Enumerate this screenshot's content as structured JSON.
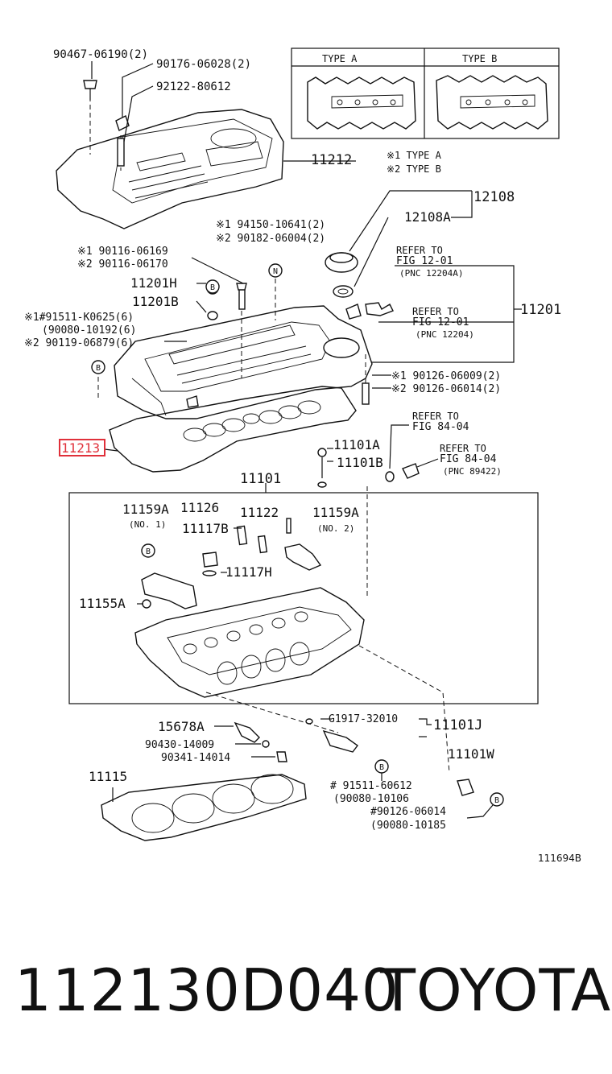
{
  "diagram": {
    "labels": {
      "p90467": "90467-06190(2)",
      "p90176": "90176-06028(2)",
      "p92122": "92122-80612",
      "p11212": "11212",
      "typeA": "TYPE  A",
      "typeB": "TYPE  B",
      "noteA": "※1 TYPE  A",
      "noteB": "※2 TYPE  B",
      "p12108": "12108",
      "p12108A": "12108A",
      "p94150": "※1 94150-10641(2)",
      "p90182": "※2 90182-06004(2)",
      "p90116a": "※1 90116-06169",
      "p90116b": "※2 90116-06170",
      "p11201H": "11201H",
      "p11201B": "11201B",
      "p91511": "※1#91511-K0625(6)",
      "p90080a": "(90080-10192(6)",
      "p90119": "※2 90119-06879(6)",
      "ref1a": "REFER TO",
      "ref1b": "FIG 12-01",
      "ref1c": "(PNC 12204A)",
      "ref2a": "REFER TO",
      "ref2b": "FIG 12-01",
      "ref2c": "(PNC 12204)",
      "p11201": "11201",
      "p90126a": "※1 90126-06009(2)",
      "p90126b": "※2 90126-06014(2)",
      "p11213": "11213",
      "ref3a": "REFER TO",
      "ref3b": "FIG 84-04",
      "p11101A": "11101A",
      "p11101B": "11101B",
      "ref4a": "REFER TO",
      "ref4b": "FIG 84-04",
      "ref4c": "(PNC 89422)",
      "p11101": "11101",
      "p11159A1": "11159A",
      "no1": "(NO. 1)",
      "p11126": "11126",
      "p11122": "11122",
      "p11159A2": "11159A",
      "no2": "(NO. 2)",
      "p11117B": "11117B",
      "p11117H": "11117H",
      "p11155A": "11155A",
      "p15678A": "15678A",
      "pG1917": "G1917-32010",
      "p11101J": "11101J",
      "p90430": "90430-14009",
      "p90341": "90341-14014",
      "p11101W": "11101W",
      "p11115": "11115",
      "p91511b": "# 91511-60612",
      "p90080b": "(90080-10106",
      "p90126c": "#90126-06014",
      "p90080c": "(90080-10185",
      "code": "111694B",
      "circB": "B",
      "circN": "N"
    }
  },
  "footer": {
    "part_number": "112130D040",
    "brand": "TOYOTA"
  },
  "highlight_color": "#e0303a"
}
